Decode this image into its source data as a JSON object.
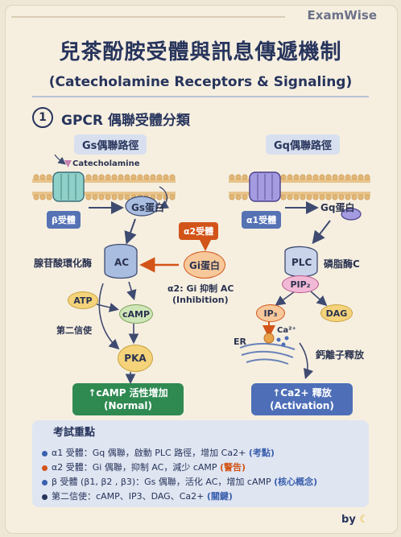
{
  "brand": "ExamWise",
  "title_zh": "兒茶酚胺受體與訊息傳遞機制",
  "title_en": "(Catecholamine Receptors & Signaling)",
  "section": {
    "number": "1",
    "title": "GPCR 偶聯受體分類"
  },
  "left": {
    "header": "Gs偶聯路徑",
    "ligand": "Catecholamine",
    "receptor": "β受體",
    "g_protein": "Gs蛋白",
    "enzyme_label": "腺苷酸環化酶",
    "ac": "AC",
    "atp": "ATP",
    "camp": "cAMP",
    "second_messenger": "第二信使",
    "pka": "PKA",
    "result_line1": "↑cAMP 活性增加",
    "result_line2": "(Normal)"
  },
  "middle": {
    "receptor": "α2受體",
    "g_protein": "Gi蛋白",
    "note_line1": "α2: Gi 抑制 AC",
    "note_line2": "(Inhibition)"
  },
  "right": {
    "header": "Gq偶聯路徑",
    "receptor": "α1受體",
    "g_protein": "Gq蛋白",
    "plc": "PLC",
    "plc_label": "磷脂酶C",
    "pip2": "PIP₂",
    "ip3": "IP₃",
    "dag": "DAG",
    "er": "ER",
    "ca": "Ca²⁺",
    "release_label": "鈣離子釋放",
    "result_line1": "↑Ca2+ 釋放",
    "result_line2": "(Activation)"
  },
  "key_points": {
    "title": "考試重點",
    "items": [
      {
        "text": "α1 受體：Gq 偶聯，啟動 PLC 路徑，增加 Ca2+",
        "tag": "(考點)",
        "dot": "#3a5fae",
        "tag_color": "blue"
      },
      {
        "text": "α2 受體：Gi 偶聯，抑制 AC，減少 cAMP",
        "tag": "(警告)",
        "dot": "#d25418",
        "tag_color": "red"
      },
      {
        "text": "β 受體 (β1, β2 , β3)：Gs 偶聯，活化 AC，增加 cAMP",
        "tag": "(核心概念)",
        "dot": "#3a5fae",
        "tag_color": "blue"
      },
      {
        "text": "第二信使：cAMP、IP3、DAG、Ca2+",
        "tag": "(關鍵)",
        "dot": "#27345c",
        "tag_color": "blue"
      }
    ]
  },
  "footer": "by",
  "colors": {
    "navy": "#27345c",
    "blue": "#5572b5",
    "orange": "#d25418",
    "green": "#3f8f5a",
    "ca_blue": "#4e6fb8"
  }
}
